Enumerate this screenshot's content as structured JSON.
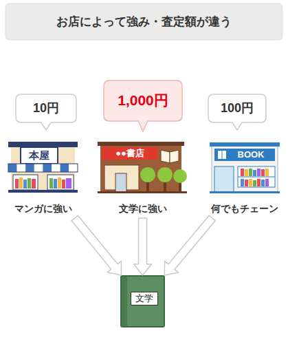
{
  "diagram": {
    "title": "お店によって強み・査定額が違う",
    "nodes": [
      {
        "text": [
          "10円"
        ]
      },
      {
        "text": [
          "1,000円"
        ]
      },
      {
        "text": [
          "100円"
        ]
      },
      {
        "text": [
          "本屋",
          "マンガに強い"
        ]
      },
      {
        "text": [
          "●●書店",
          "文学に強い"
        ]
      },
      {
        "text": [
          "BOOK",
          "何でもチェーン"
        ]
      },
      {
        "text": [
          "文学"
        ]
      }
    ],
    "edges": [
      {
        "from": 3,
        "to": 6,
        "arrow": "to"
      },
      {
        "from": 4,
        "to": 6,
        "arrow": "to"
      },
      {
        "from": 5,
        "to": 6,
        "arrow": "to"
      }
    ]
  }
}
